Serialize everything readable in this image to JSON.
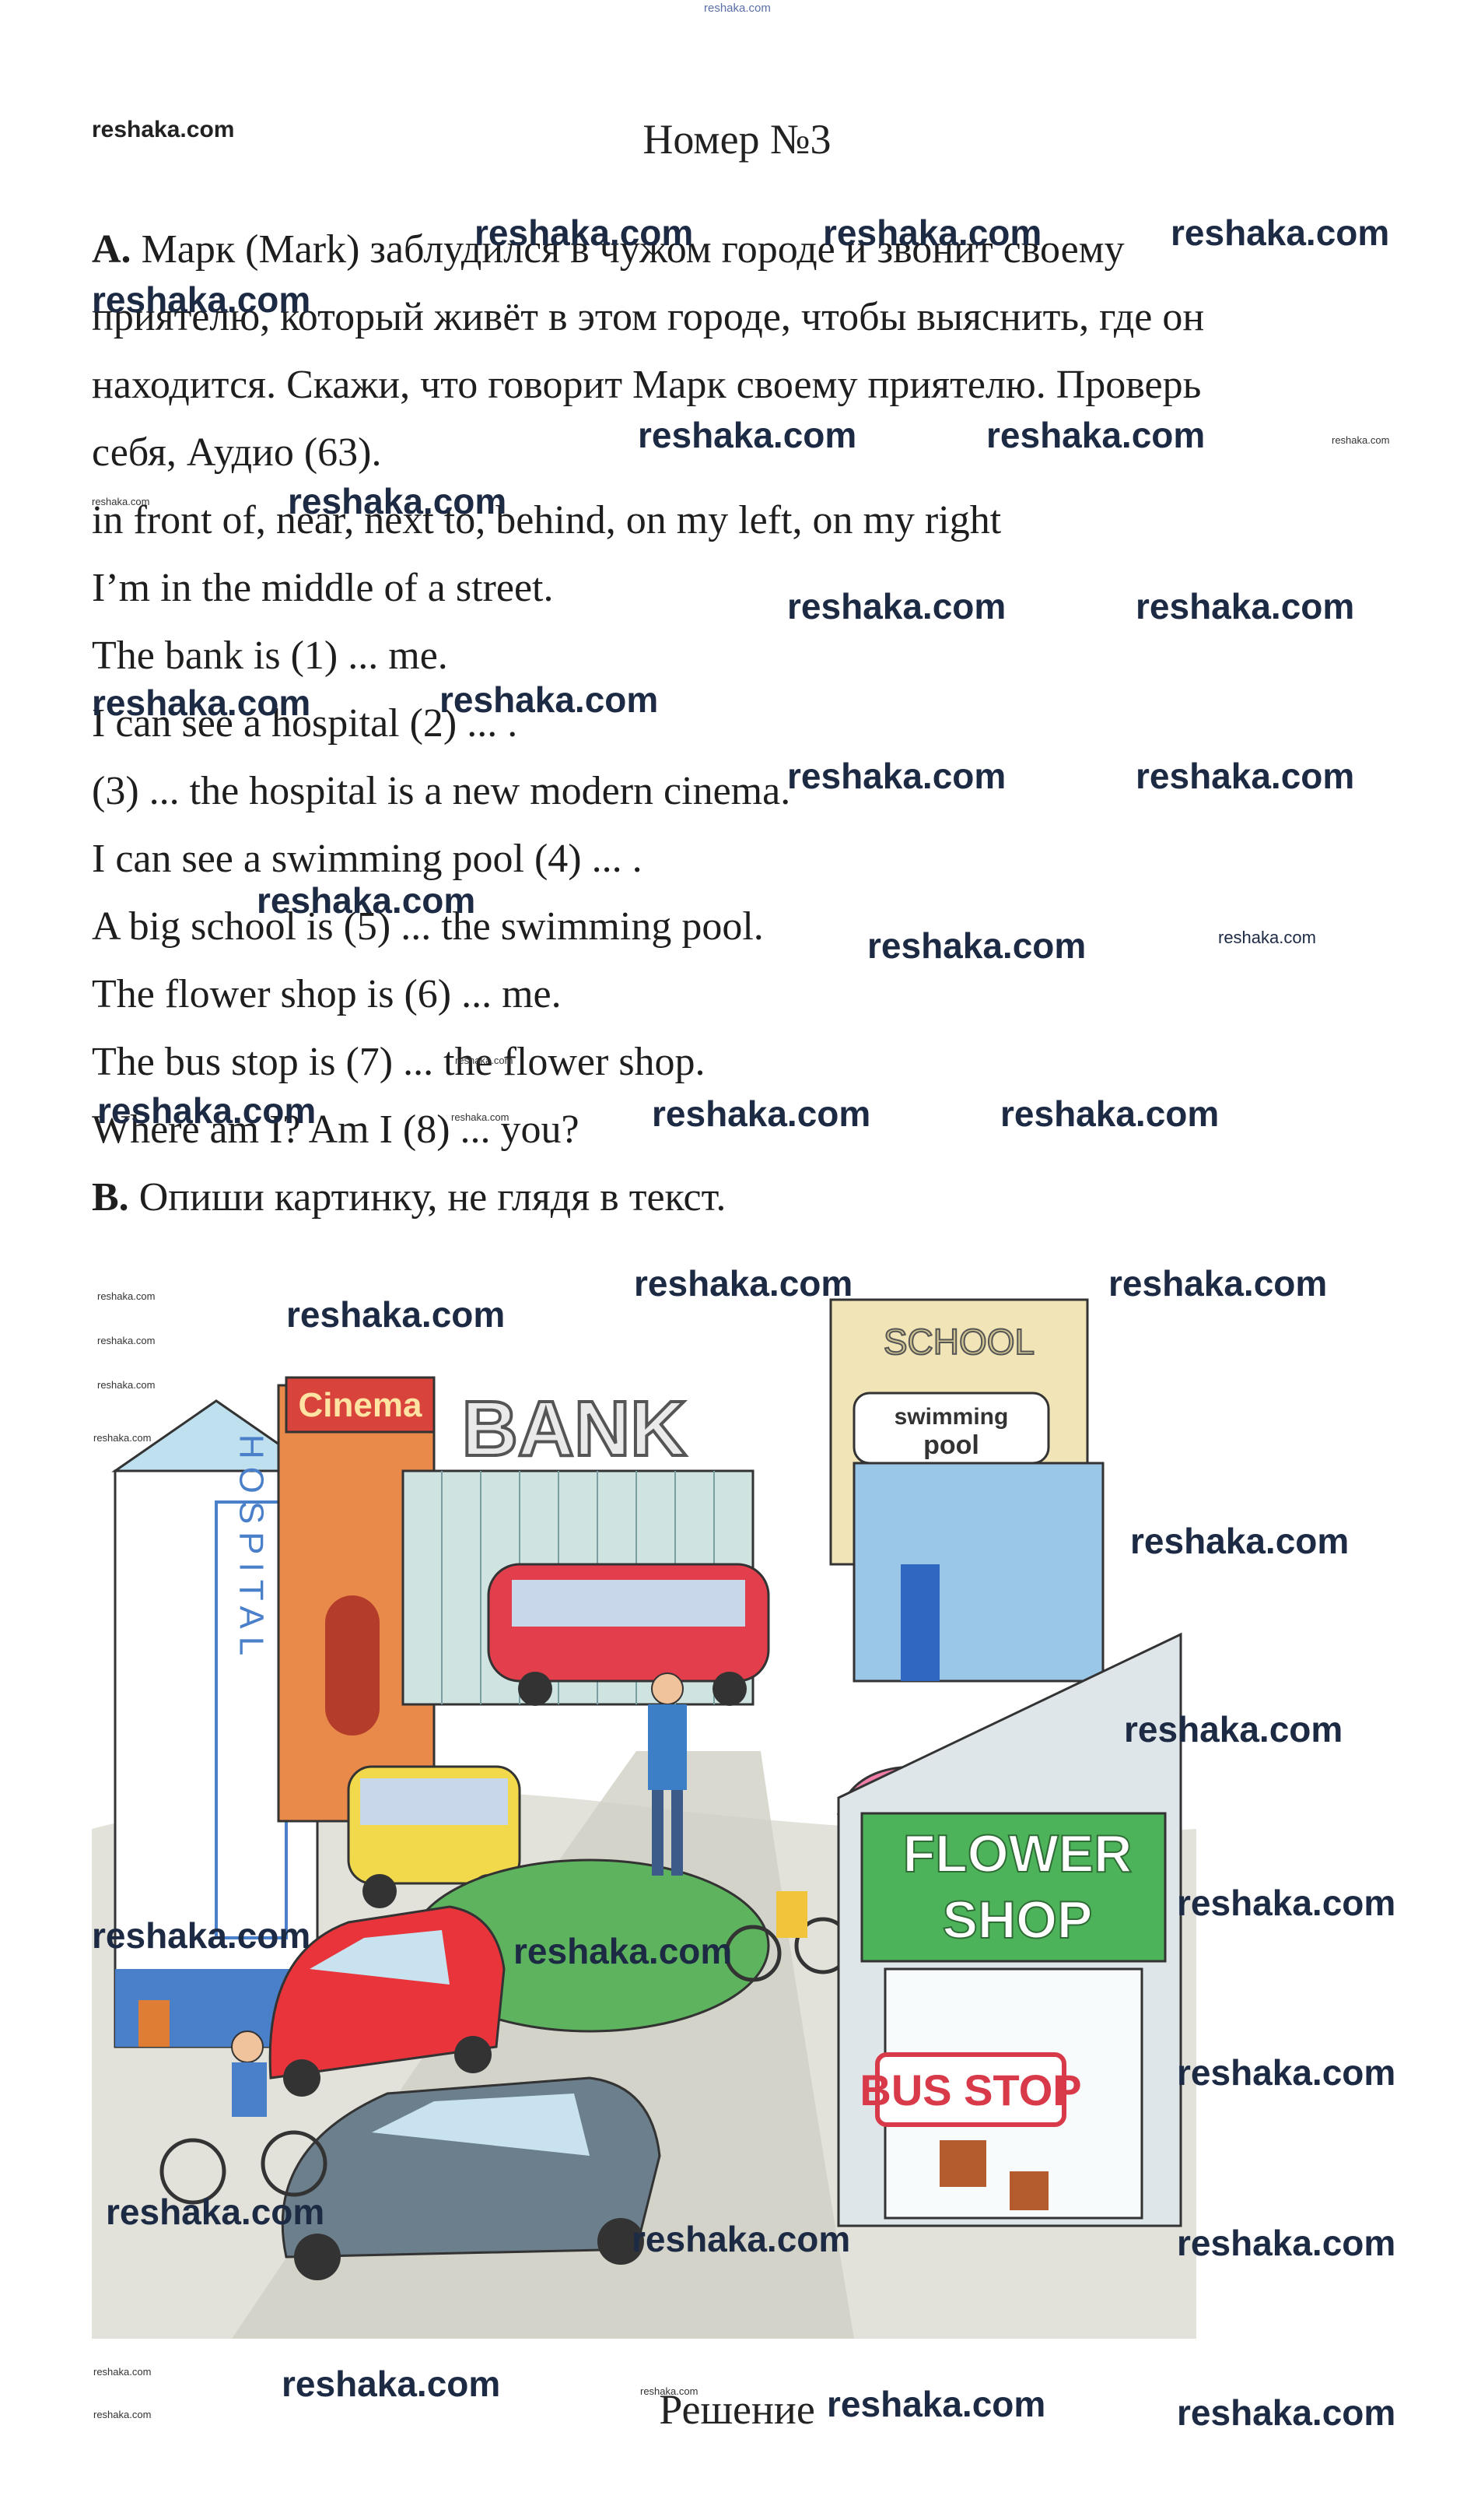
{
  "header": {
    "top_site": "reshaka.com",
    "site": "reshaka.com",
    "title": "Номер №3"
  },
  "task_a": {
    "label": "A.",
    "text_line1": "Марк (Mark) заблудился в чужом городе и звонит своему",
    "text_line2": "приятелю, который живёт в этом городе, чтобы выяснить, где он",
    "text_line3": "находится. Скажи, что говорит Марк своему приятелю. Проверь",
    "text_line4": "себя, Аудио (63).",
    "words": "in front of, near, next to, behind, on my left, on my right",
    "sentences": [
      "I’m in the middle of a street.",
      "The bank is (1) ... me.",
      "I can see a hospital (2) ... .",
      "(3) ... the hospital is a new modern cinema.",
      "I can see a swimming pool (4) ... .",
      "A big school is (5) ... the swimming pool.",
      "The flower shop is (6) ... me.",
      "The bus stop is (7) ... the flower shop.",
      "Where am I? Am I (8) ... you?"
    ]
  },
  "task_b": {
    "label": "B.",
    "text": "Опиши картинку, не глядя в текст."
  },
  "illustration": {
    "signs": {
      "cinema": "Cinema",
      "bank": "BANK",
      "hospital": "HOSPITAL",
      "school": "SCHOOL",
      "pool1": "swimming",
      "pool2": "pool",
      "flower1": "FLOWER",
      "flower2": "SHOP",
      "bus_stop": "BUS STOP"
    }
  },
  "footer": {
    "text": "Решение"
  },
  "watermark": {
    "text": "reshaka.com"
  }
}
